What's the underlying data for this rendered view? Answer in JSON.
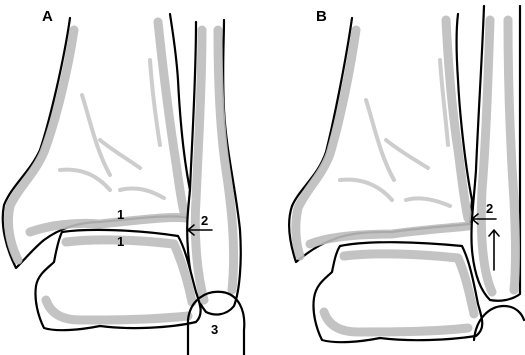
{
  "panels": [
    {
      "label": "A",
      "markers": {
        "joint_line_upper": "1",
        "joint_line_lower": "1",
        "syndesmosis": "2",
        "fibula_tip": "3"
      }
    },
    {
      "label": "B",
      "markers": {
        "syndesmosis": "2"
      }
    }
  ],
  "colors": {
    "outline": "#000000",
    "bone_shading": "#bdbdbd",
    "background": "#ffffff"
  }
}
